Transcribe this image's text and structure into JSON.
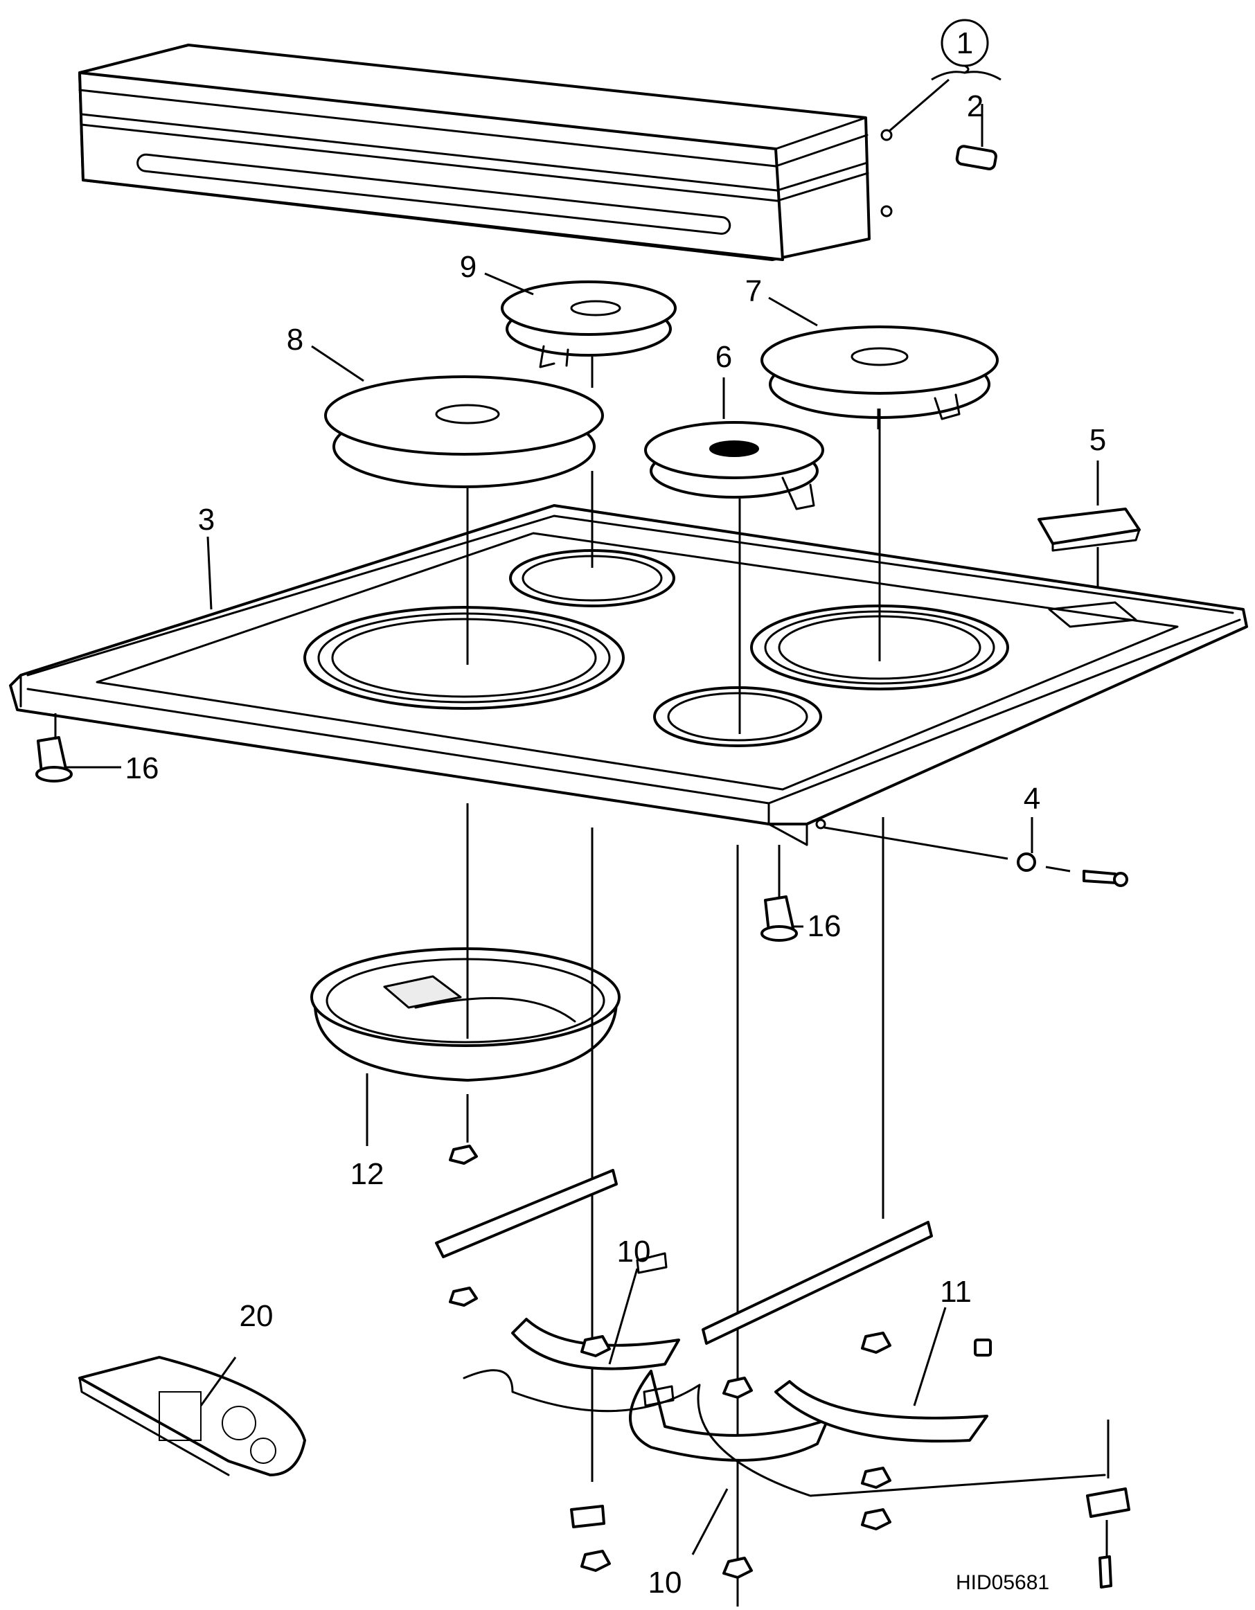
{
  "callouts": {
    "c1": "1",
    "c2": "2",
    "c3": "3",
    "c4": "4",
    "c5": "5",
    "c6": "6",
    "c7": "7",
    "c8": "8",
    "c9": "9",
    "c10a": "10",
    "c10b": "10",
    "c11": "11",
    "c12": "12",
    "c16a": "16",
    "c16b": "16",
    "c20": "20"
  },
  "drawing_code": "HID05681"
}
